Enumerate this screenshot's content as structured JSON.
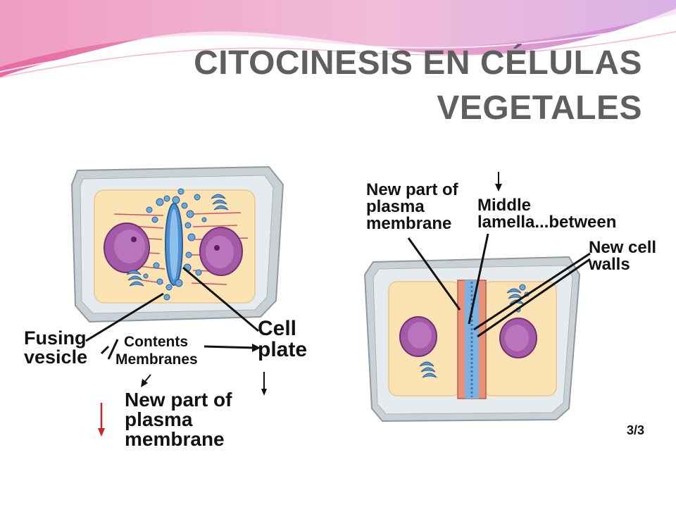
{
  "slide": {
    "title_line1": "CITOCINESIS EN CÉLULAS",
    "title_line2": "VEGETALES"
  },
  "left_diagram": {
    "fusing_vesicle": [
      "Fusing",
      "vesicle"
    ],
    "contents": "Contents",
    "membranes": "Membranes",
    "cell_plate": [
      "Cell",
      "plate"
    ],
    "new_membrane": [
      "New part of",
      "plasma",
      "membrane"
    ]
  },
  "right_diagram": {
    "new_membrane": [
      "New part of",
      "plasma",
      "membrane"
    ],
    "middle_lamella": [
      "Middle",
      "lamella...between"
    ],
    "new_cell_walls": [
      "New cell",
      "walls"
    ],
    "page_marker": "3/3"
  },
  "colors": {
    "title": "#5f5f5f",
    "cell_wall": "#c9d1d4",
    "cytoplasm": "#fbe3b4",
    "nucleus": "#a55aa8",
    "vesicle": "#6fa6d8",
    "plate": "#4f8fd0",
    "new_wall": "#e8907a",
    "arrow_red": "#c0272d"
  }
}
